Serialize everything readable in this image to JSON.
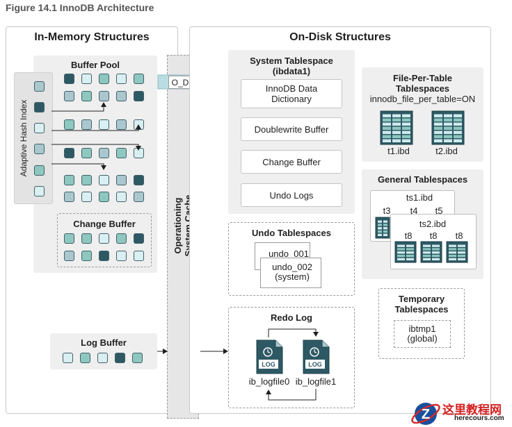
{
  "figure_title": "Figure 14.1 InnoDB Architecture",
  "in_memory": {
    "title": "In-Memory Structures",
    "buffer_pool": "Buffer Pool",
    "adaptive_hash_index": "Adaptive Hash Index",
    "change_buffer": "Change Buffer",
    "log_buffer": "Log Buffer"
  },
  "os_cache": {
    "line1": "Operationing",
    "line2": "System Cache"
  },
  "o_direct": "O_DIRECT",
  "on_disk": {
    "title": "On-Disk Structures",
    "system_tablespace": {
      "title_line1": "System Tablespace",
      "title_line2": "(ibdata1)",
      "items": [
        "InnoDB Data\nDictionary",
        "Doublewrite Buffer",
        "Change Buffer",
        "Undo Logs"
      ]
    },
    "file_per_table": {
      "title_line1": "File-Per-Table",
      "title_line2": "Tablespaces",
      "setting": "innodb_file_per_table=ON",
      "files": [
        "t1.ibd",
        "t2.ibd"
      ]
    },
    "general": {
      "title": "General Tablespaces",
      "ts1": "ts1.ibd",
      "ts1_tables": [
        "t3",
        "t4",
        "t5"
      ],
      "ts2": "ts2.ibd",
      "ts2_tables": [
        "t8",
        "t8",
        "t8"
      ]
    },
    "undo": {
      "title": "Undo Tablespaces",
      "file1": "undo_001",
      "file2_line1": "undo_002",
      "file2_line2": "(system)"
    },
    "temporary": {
      "title_line1": "Temporary",
      "title_line2": "Tablespaces",
      "file_line1": "ibtmp1",
      "file_line2": "(global)"
    },
    "redo": {
      "title": "Redo Log",
      "icon_label": "LOG",
      "files": [
        "ib_logfile0",
        "ib_logfile1"
      ]
    }
  },
  "watermark": {
    "text": "这里教程网",
    "url": "herecours.com",
    "logo_letter": "Z"
  },
  "colors": {
    "page_dark": "#2e5964",
    "page_mid": "#aac7ce",
    "page_light": "#daeff2",
    "page_teal": "#8ec7bf",
    "arrow_fill": "#b9dde2",
    "panel_gray": "#efefef"
  }
}
